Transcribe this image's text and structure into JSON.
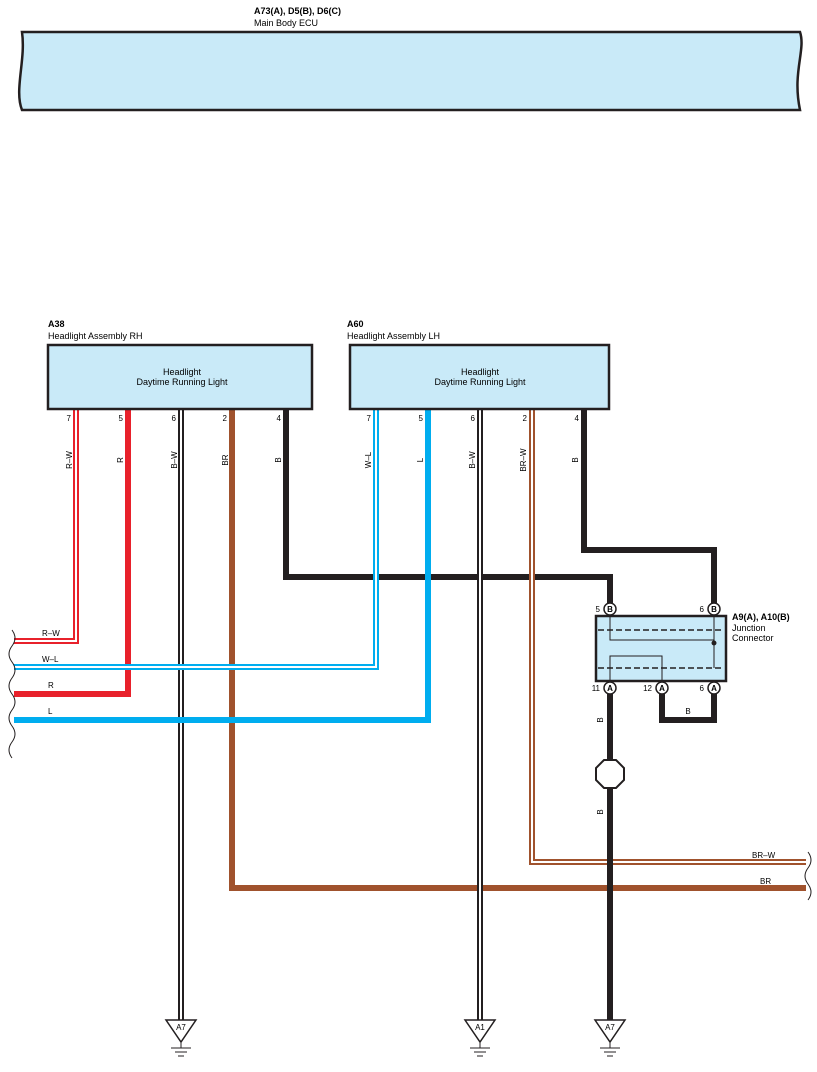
{
  "ecu": {
    "code": "A73(A), D5(B), D6(C)",
    "name": "Main Body ECU"
  },
  "rh": {
    "code": "A38",
    "name": "Headlight Assembly RH",
    "line1": "Headlight",
    "line2": "Daytime Running Light",
    "pins": [
      "7",
      "5",
      "6",
      "2",
      "4"
    ],
    "wires": [
      "R–W",
      "R",
      "B–W",
      "BR",
      "B"
    ]
  },
  "lh": {
    "code": "A60",
    "name": "Headlight Assembly LH",
    "line1": "Headlight",
    "line2": "Daytime Running Light",
    "pins": [
      "7",
      "5",
      "6",
      "2",
      "4"
    ],
    "wires": [
      "W–L",
      "L",
      "B–W",
      "BR–W",
      "B"
    ]
  },
  "jc": {
    "code": "A9(A), A10(B)",
    "name1": "Junction",
    "name2": "Connector",
    "top_pins": [
      {
        "num": "5",
        "conn": "B"
      },
      {
        "num": "6",
        "conn": "B"
      }
    ],
    "bottom_pins": [
      {
        "num": "11",
        "conn": "A"
      },
      {
        "num": "12",
        "conn": "A"
      },
      {
        "num": "6",
        "conn": "A"
      }
    ],
    "jumper_wire": "B"
  },
  "left_wires": [
    "R–W",
    "W–L",
    "R",
    "L"
  ],
  "right_wires": [
    "BR–W",
    "BR"
  ],
  "jc_out_wires": [
    "B",
    "B"
  ],
  "grounds": [
    "A7",
    "A1",
    "A7"
  ],
  "colors": {
    "red": "#e8212b",
    "blue": "#00adef",
    "brown": "#a0522d",
    "black": "#231f20",
    "box_fill": "#c9eaf8"
  }
}
